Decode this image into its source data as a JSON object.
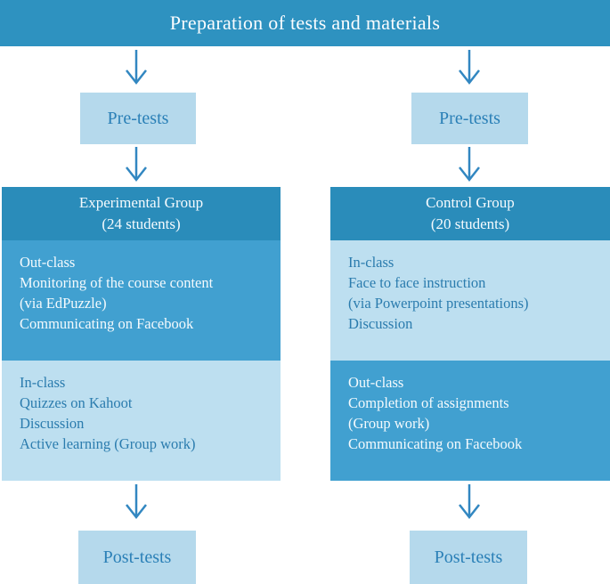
{
  "title": "Preparation of tests and materials",
  "colors": {
    "banner_blue": "#2e92c0",
    "header_blue": "#2a8cba",
    "medium_blue": "#41a0d0",
    "light_blue": "#bddff0",
    "small_box_blue": "#b5d9ec",
    "blue_text": "#2b80b7",
    "arrow_blue": "#3287c1",
    "white_text": "#f6fbfe"
  },
  "columns": [
    {
      "id": "experimental",
      "pre_test_label": "Pre-tests",
      "post_test_label": "Post-tests",
      "header": {
        "line1": "Experimental Group",
        "line2": "(24 students)"
      },
      "sections": [
        {
          "style": "medium",
          "heading": "Out-class",
          "lines": [
            "Monitoring of the course content",
            "(via EdPuzzle)",
            "Communicating on Facebook"
          ]
        },
        {
          "style": "light",
          "heading": "In-class",
          "lines": [
            "Quizzes on Kahoot",
            "Discussion",
            "Active learning (Group work)"
          ]
        }
      ]
    },
    {
      "id": "control",
      "pre_test_label": "Pre-tests",
      "post_test_label": "Post-tests",
      "header": {
        "line1": "Control Group",
        "line2": "(20 students)"
      },
      "sections": [
        {
          "style": "light",
          "heading": "In-class",
          "lines": [
            "Face to face instruction",
            "(via Powerpoint presentations)",
            "Discussion"
          ]
        },
        {
          "style": "medium",
          "heading": "Out-class",
          "lines": [
            "Completion of assignments",
            "(Group work)",
            "Communicating on Facebook"
          ]
        }
      ]
    }
  ]
}
